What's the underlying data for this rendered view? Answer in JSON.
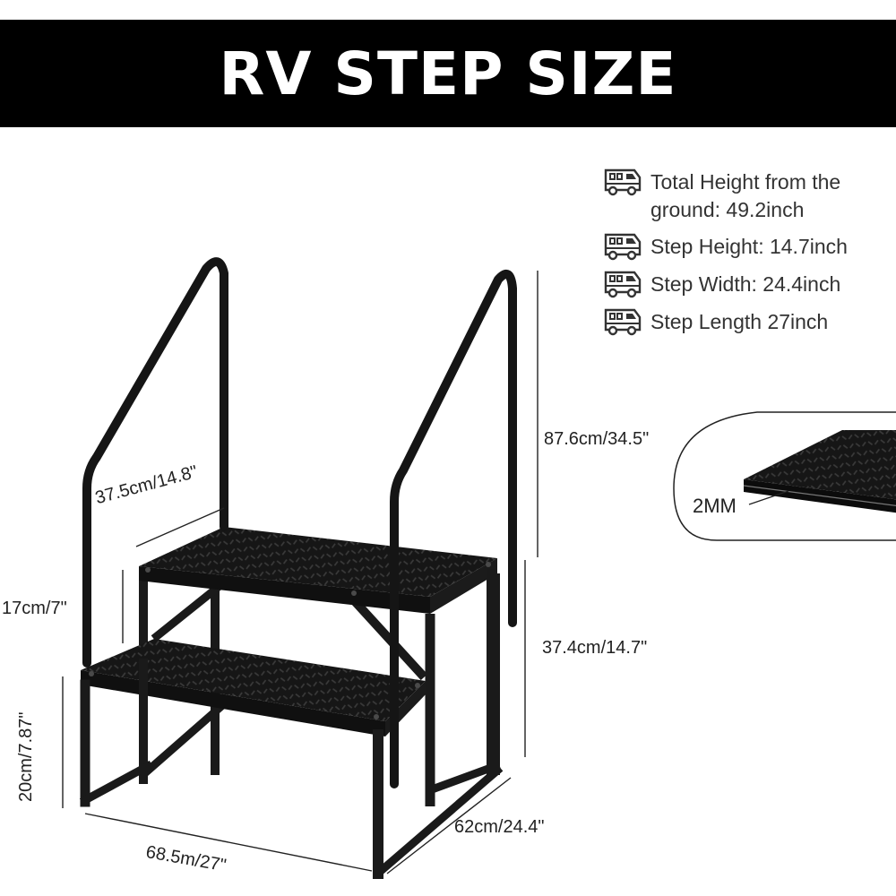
{
  "banner": {
    "title": "RV STEP SIZE"
  },
  "specs": [
    {
      "icon": "rv-icon",
      "text": "Total Height from the ground: 49.2inch"
    },
    {
      "icon": "rv-icon",
      "text": "Step Height: 14.7inch"
    },
    {
      "icon": "rv-icon",
      "text": "Step Width: 24.4inch"
    },
    {
      "icon": "rv-icon",
      "text": "Step Length 27inch"
    }
  ],
  "dimensions": {
    "step_depth": "37.5cm/14.8\"",
    "riser": "17cm/7\"",
    "bottom_height": "20cm/7.87\"",
    "length": "68.5m/27\"",
    "width": "62cm/24.4\"",
    "top_height": "37.4cm/14.7\"",
    "rail_height": "87.6cm/34.5\""
  },
  "zoom": {
    "thickness": "2MM"
  },
  "colors": {
    "banner_bg": "#000000",
    "banner_text": "#ffffff",
    "frame": "#1a1a1a"
  }
}
